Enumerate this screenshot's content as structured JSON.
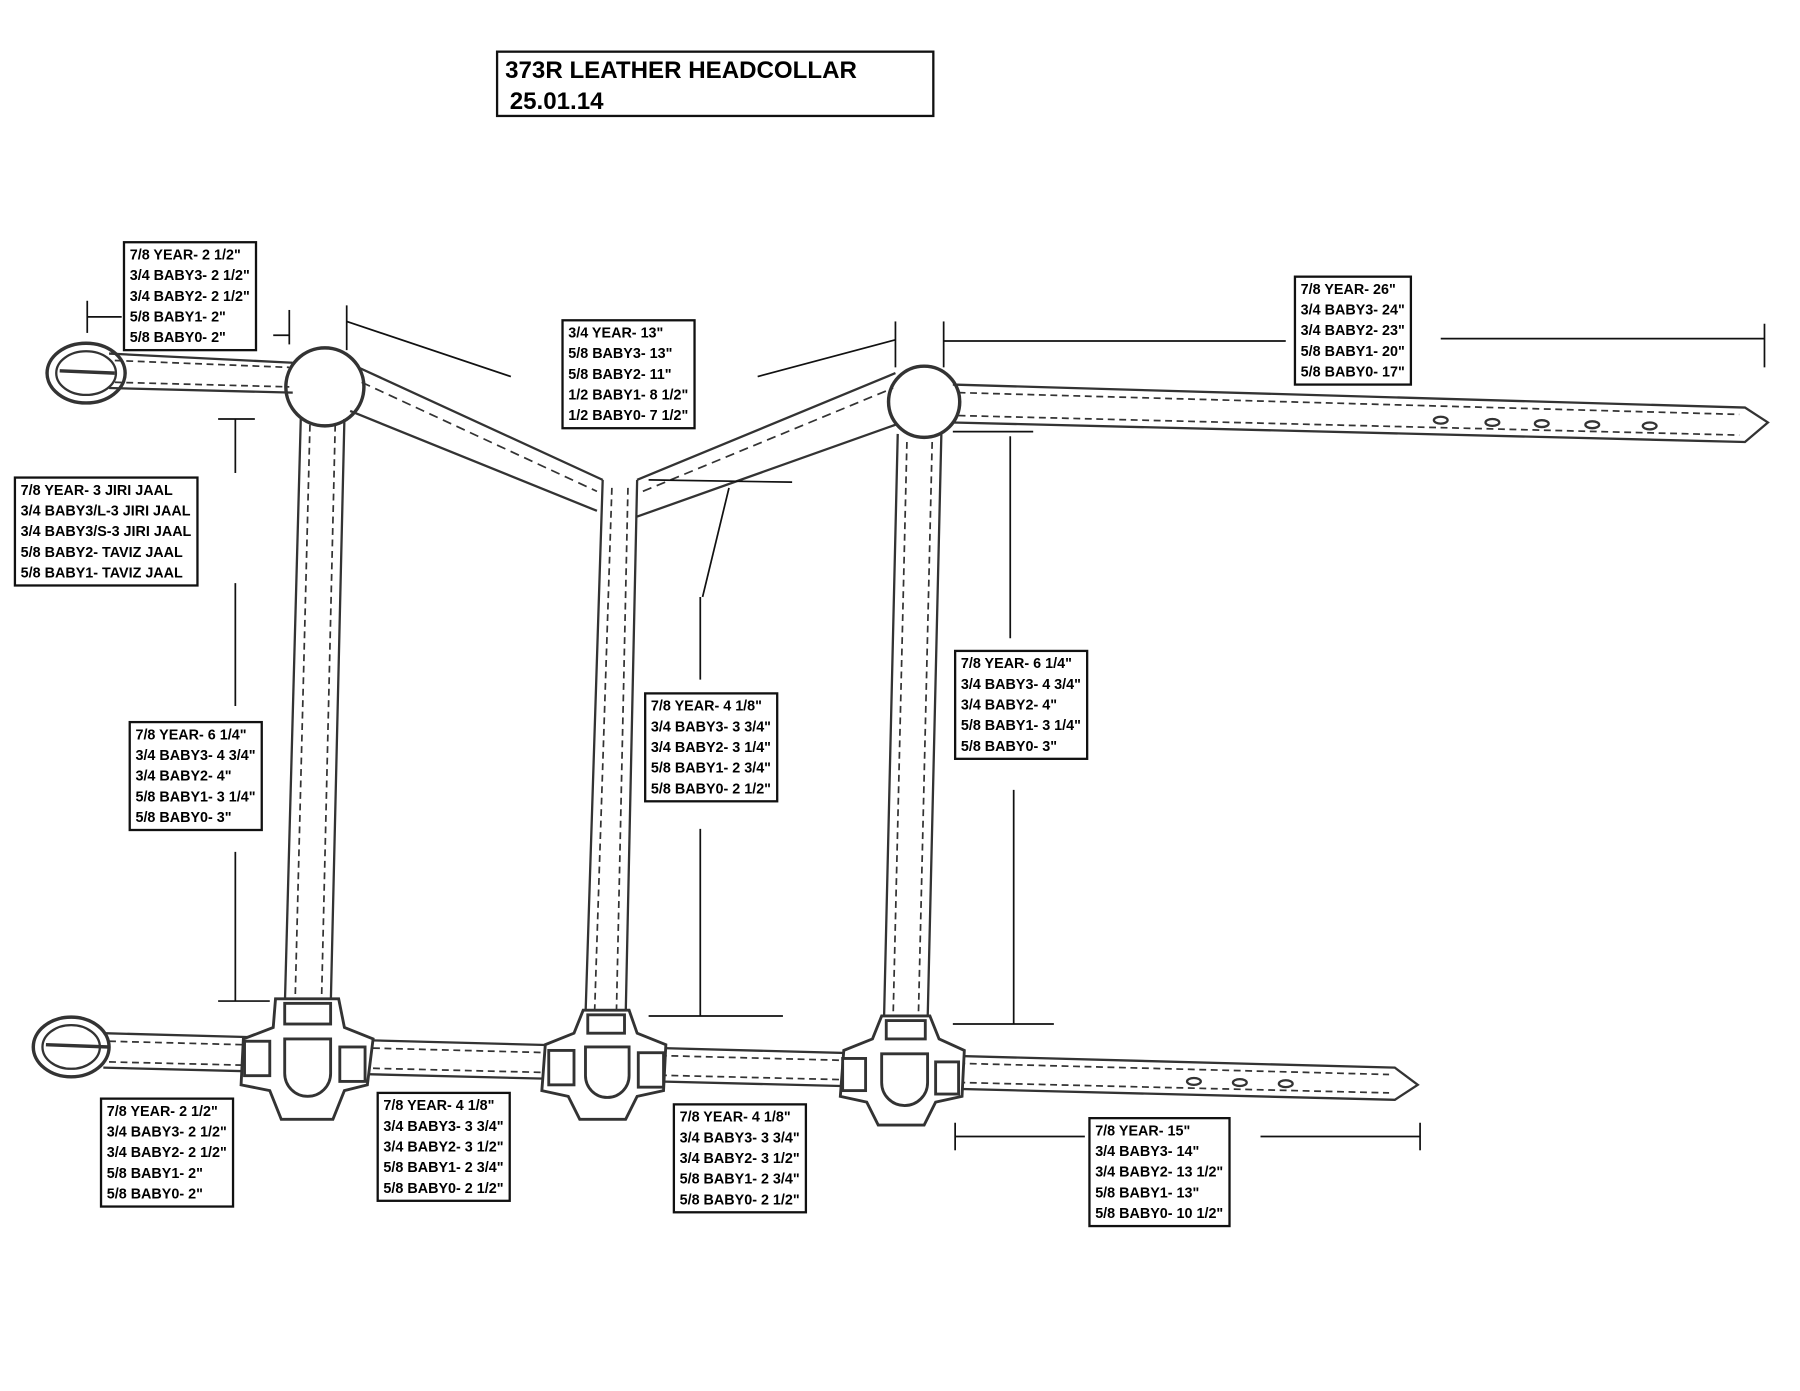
{
  "title": {
    "line1": "373R LEATHER HEADCOLLAR",
    "line2": "25.01.14"
  },
  "labels": {
    "top_left_strap": [
      "7/8 YEAR- 2 1/2\"",
      "3/4 BABY3- 2 1/2\"",
      "3/4 BABY2- 2 1/2\"",
      "5/8 BABY1- 2\"",
      "5/8 BABY0- 2\""
    ],
    "crown": [
      "3/4 YEAR- 13\"",
      "5/8 BABY3- 13\"",
      "5/8 BABY2- 11\"",
      "1/2 BABY1- 8 1/2\"",
      "1/2 BABY0- 7 1/2\""
    ],
    "top_right_strap": [
      "7/8 YEAR- 26\"",
      "3/4 BABY3- 24\"",
      "3/4 BABY2- 23\"",
      "5/8 BABY1- 20\"",
      "5/8 BABY0- 17\""
    ],
    "jaal": [
      "7/8 YEAR- 3 JIRI JAAL",
      "3/4 BABY3/L-3 JIRI JAAL",
      "3/4 BABY3/S-3 JIRI JAAL",
      "5/8 BABY2- TAVIZ JAAL",
      "5/8 BABY1- TAVIZ JAAL"
    ],
    "left_cheek": [
      "7/8 YEAR- 6 1/4\"",
      "3/4 BABY3- 4 3/4\"",
      "3/4 BABY2- 4\"",
      "5/8 BABY1- 3 1/4\"",
      "5/8 BABY0- 3\""
    ],
    "center_strap": [
      "7/8 YEAR- 4 1/8\"",
      "3/4 BABY3- 3 3/4\"",
      "3/4 BABY2- 3 1/4\"",
      "5/8 BABY1- 2 3/4\"",
      "5/8 BABY0- 2 1/2\""
    ],
    "right_cheek": [
      "7/8 YEAR- 6 1/4\"",
      "3/4 BABY3- 4 3/4\"",
      "3/4 BABY2- 4\"",
      "5/8 BABY1- 3 1/4\"",
      "5/8 BABY0- 3\""
    ],
    "bottom_left": [
      "7/8 YEAR- 2 1/2\"",
      "3/4 BABY3- 2 1/2\"",
      "3/4 BABY2- 2 1/2\"",
      "5/8 BABY1- 2\"",
      "5/8 BABY0- 2\""
    ],
    "bottom_mid_left": [
      "7/8 YEAR- 4 1/8\"",
      "3/4 BABY3- 3 3/4\"",
      "3/4 BABY2- 3 1/2\"",
      "5/8 BABY1- 2 3/4\"",
      "5/8 BABY0- 2 1/2\""
    ],
    "bottom_mid_right": [
      "7/8 YEAR- 4 1/8\"",
      "3/4 BABY3- 3 3/4\"",
      "3/4 BABY2- 3 1/2\"",
      "5/8 BABY1- 2 3/4\"",
      "5/8 BABY0- 2 1/2\""
    ],
    "bottom_right": [
      "7/8 YEAR- 15\"",
      "3/4 BABY3- 14\"",
      "3/4 BABY2- 13 1/2\"",
      "5/8 BABY1- 13\"",
      "5/8 BABY0- 10 1/2\""
    ]
  }
}
